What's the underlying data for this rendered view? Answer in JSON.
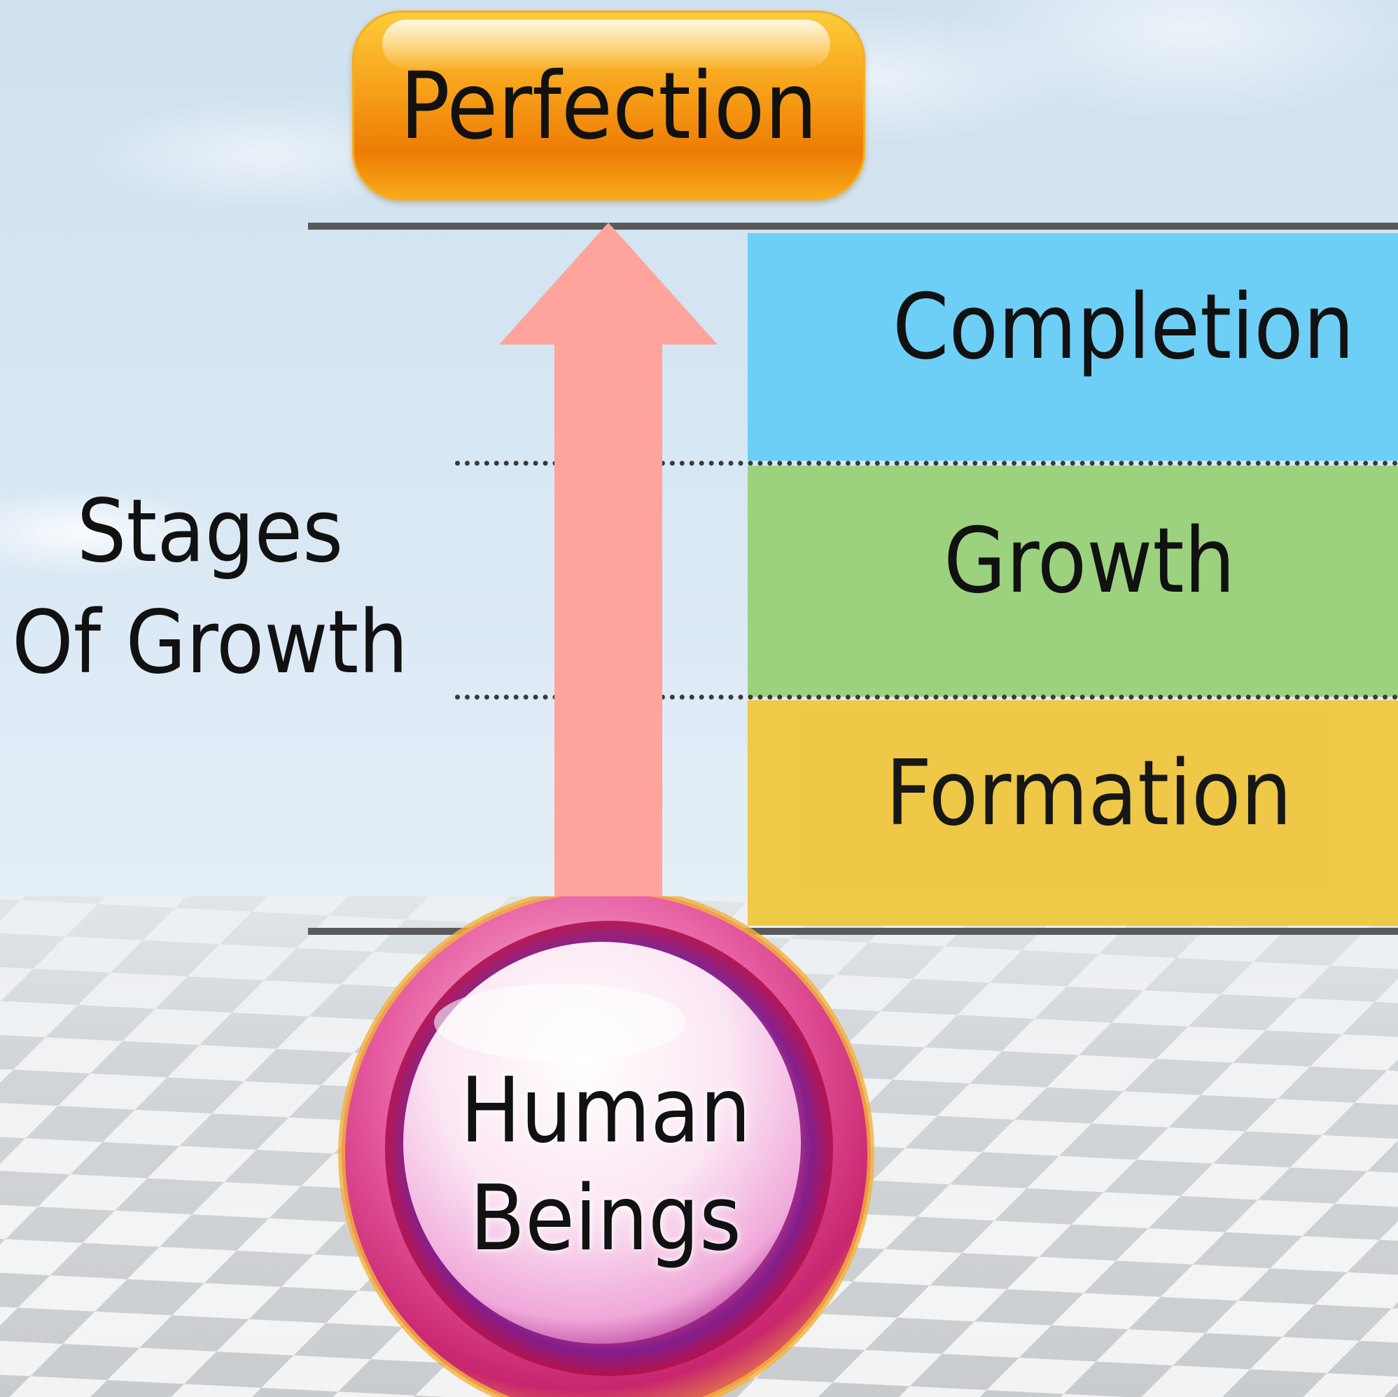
{
  "top_box": {
    "label": "Perfection",
    "color": "#f7a21a"
  },
  "side_label": {
    "line1": "Stages",
    "line2": "Of Growth"
  },
  "stages": [
    {
      "label": "Completion",
      "color": "#6ecff6"
    },
    {
      "label": "Growth",
      "color": "#9cd27e"
    },
    {
      "label": "Formation",
      "color": "#efc741"
    }
  ],
  "base": {
    "line1": "Human",
    "line2": "Beings"
  },
  "colors": {
    "arrow": "#ffa49c",
    "sky": "#d6e6f3",
    "divider": "#5a5a5a"
  }
}
